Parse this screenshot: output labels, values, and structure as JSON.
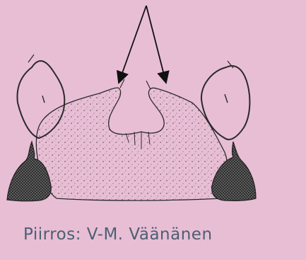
{
  "caption": {
    "text": "Piirros: V-M. Väänänen"
  },
  "colors": {
    "background": "#e8bed5",
    "ink": "#2a2a2a",
    "caption_text": "#4c5f72",
    "dark_mass": "#3a3a3a"
  },
  "icons": {
    "arrows": "two-arrows-pointing-down",
    "specimen": "pencil-sketch"
  }
}
